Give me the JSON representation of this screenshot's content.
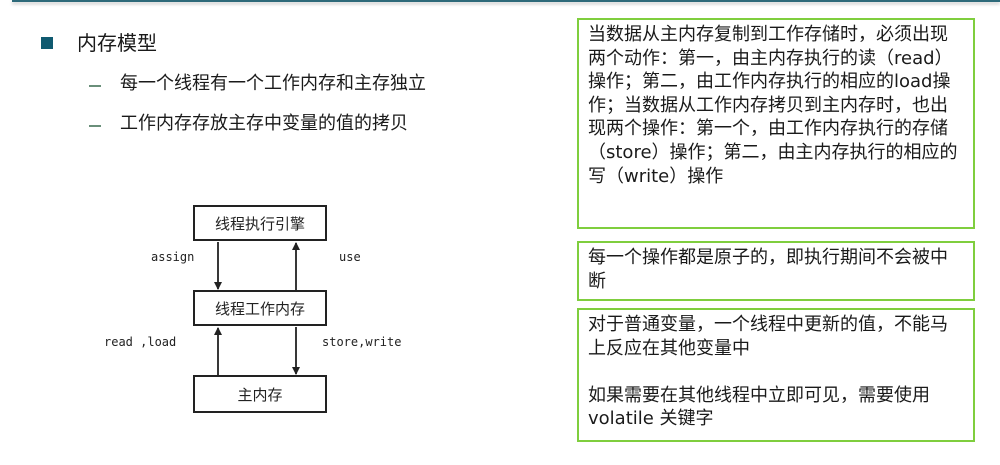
{
  "slide": {
    "heading": "内存模型",
    "sub_bullets": [
      "每一个线程有一个工作内存和主存独立",
      "工作内存存放主存中变量的值的拷贝"
    ],
    "colors": {
      "bullet": "#0f5a70",
      "note_border": "#7fce3e",
      "top_rule": "#2e6a7a"
    }
  },
  "diagram": {
    "boxes": {
      "engine": "线程执行引擎",
      "working_memory": "线程工作内存",
      "main_memory": "主内存"
    },
    "labels": {
      "assign": "assign",
      "use": "use",
      "read_load": "read ,load",
      "store_write": "store,write"
    }
  },
  "notes": [
    {
      "paragraphs": [
        "当数据从主内存复制到工作存储时，必须出现两个动作：第一，由主内存执行的读（read）操作；第二，由工作内存执行的相应的load操作；当数据从工作内存拷贝到主内存时，也出现两个操作：第一个，由工作内存执行的存储（store）操作；第二，由主内存执行的相应的写（write）操作"
      ]
    },
    {
      "paragraphs": [
        "每一个操作都是原子的，即执行期间不会被中断"
      ]
    },
    {
      "paragraphs": [
        "对于普通变量，一个线程中更新的值，不能马上反应在其他变量中",
        "如果需要在其他线程中立即可见，需要使用 volatile 关键字"
      ]
    }
  ]
}
